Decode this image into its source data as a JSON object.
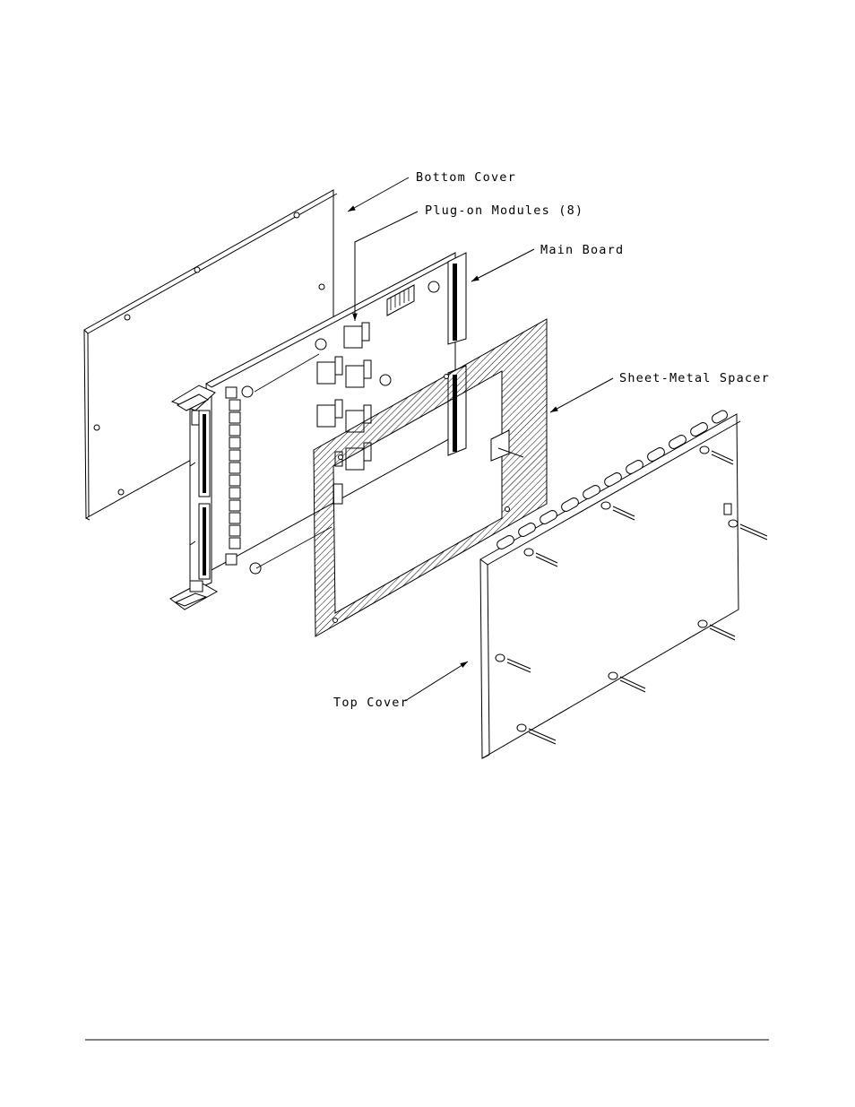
{
  "diagram": {
    "labels": {
      "bottom_cover": "Bottom Cover",
      "plug_on_modules": "Plug-on Modules (8)",
      "main_board": "Main Board",
      "sheet_metal_spacer": "Sheet-Metal Spacer",
      "top_cover": "Top Cover"
    }
  }
}
